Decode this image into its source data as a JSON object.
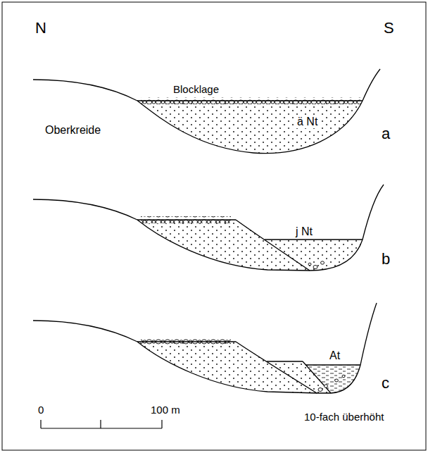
{
  "diagram": {
    "labels": [
      "N",
      "S",
      "Blocklage",
      "Oberkreide",
      "ä Nt",
      "a",
      "j Nt",
      "b",
      "At",
      "c",
      "0",
      "100 m",
      "10-fach überhöht"
    ]
  }
}
